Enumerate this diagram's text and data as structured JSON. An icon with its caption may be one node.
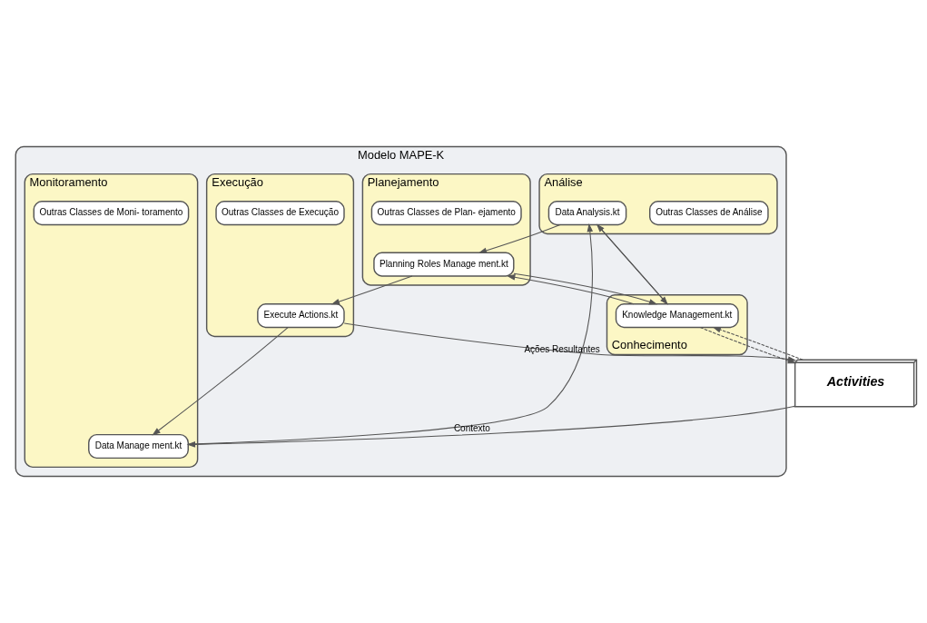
{
  "diagram": {
    "nodes": [
      {
        "text": [
          "Modelo MAPE-K"
        ]
      },
      {
        "text": [
          "Análise"
        ],
        "in": 0
      },
      {
        "text": [
          "Outras Classes de Análise"
        ],
        "in": 1
      },
      {
        "text": [
          "Data Analysis.kt"
        ],
        "in": 1
      },
      {
        "text": [
          "Planejamento"
        ],
        "in": 0
      },
      {
        "text": [
          "Planning Roles Manage ment.kt"
        ],
        "in": 4
      },
      {
        "text": [
          "Outras Classes de Plan- ejamento"
        ],
        "in": 4
      },
      {
        "text": [
          "Conhecimento"
        ],
        "in": 0
      },
      {
        "text": [
          "Knowledge Management.kt"
        ],
        "in": 7
      },
      {
        "text": [
          "Monitoramento"
        ],
        "in": 0
      },
      {
        "text": [
          "Outras Classes de Moni- toramento"
        ],
        "in": 9
      },
      {
        "text": [
          "Data Manage ment.kt"
        ],
        "in": 9
      },
      {
        "text": [
          "Execução"
        ],
        "in": 0
      },
      {
        "text": [
          "Execute Actions.kt"
        ],
        "in": 12
      },
      {
        "text": [
          "Outras Classes de Execução"
        ],
        "in": 12
      },
      {
        "text": [
          "Activities"
        ]
      }
    ],
    "edges": [
      {
        "from": 3,
        "to": 5,
        "arrow": "to"
      },
      {
        "from": 3,
        "to": 8,
        "arrow": "to"
      },
      {
        "from": 8,
        "to": 3,
        "arrow": "to"
      },
      {
        "from": 5,
        "to": 8,
        "arrow": "to"
      },
      {
        "from": 8,
        "to": 5,
        "arrow": "to"
      },
      {
        "from": 5,
        "to": 13,
        "arrow": "to"
      },
      {
        "from": 13,
        "to": 11,
        "arrow": "to"
      },
      {
        "from": 11,
        "to": 3,
        "arrow": "to"
      },
      {
        "from": 8,
        "to": 15,
        "arrow": "to",
        "style": "dashed"
      },
      {
        "from": 15,
        "to": 8,
        "arrow": "to",
        "style": "dashed"
      },
      {
        "from": 15,
        "to": 11,
        "arrow": "to",
        "label": "Contexto"
      },
      {
        "from": 13,
        "to": 15,
        "arrow": "to",
        "label": "Ações Resultantes"
      }
    ]
  }
}
